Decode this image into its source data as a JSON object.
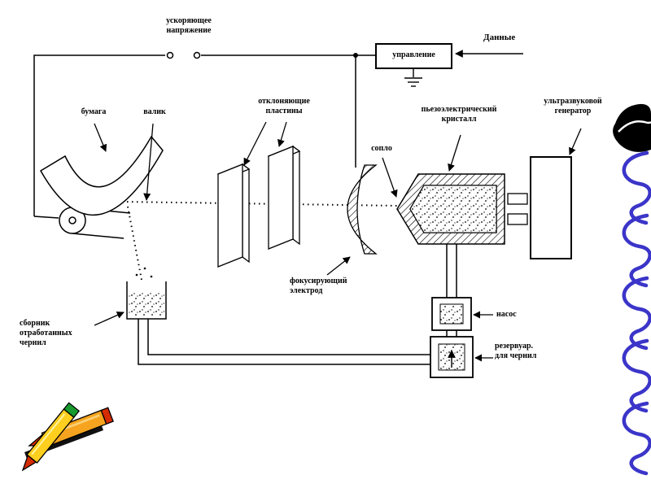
{
  "slide": {
    "background": "#ffffff",
    "accent_color": "#3b35c9"
  },
  "diagram": {
    "labels": {
      "accelerating_voltage": "ускоряющее\nнапряжение",
      "control_unit": "управление",
      "data_input": "Данные",
      "paper": "бумага",
      "roller": "валик",
      "deflecting_plates": "отклоняющие\nпластины",
      "piezoelectric_crystal": "пьезоэлектрический\nкристалл",
      "ultrasonic_generator": "ультразвуковой\nгенератор",
      "nozzle": "сопло",
      "focusing_electrode": "фокусирующий\nэлектрод",
      "pump": "насос",
      "ink_reservoir": "резервуар.\nдля чернил",
      "waste_ink_collector": "сборник\nотработанных\nчернил"
    },
    "icons": {
      "ground_icon": "ground-symbol",
      "scroll_ornament": "scroll-ornament",
      "crayons_clipart": "crayons-clipart"
    }
  }
}
